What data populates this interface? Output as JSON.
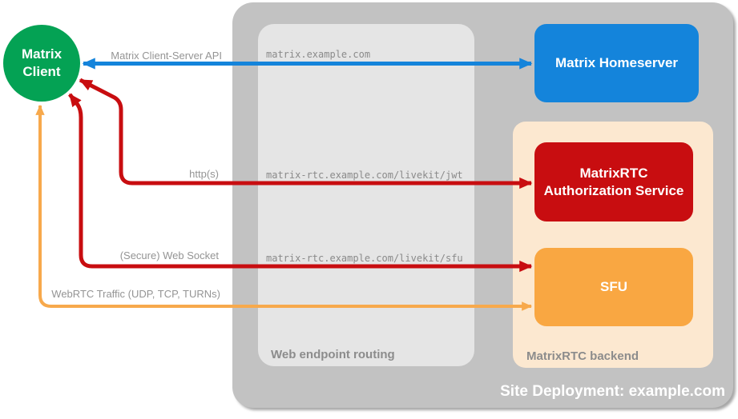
{
  "client": {
    "label": "Matrix Client",
    "color": "#04A254"
  },
  "containers": {
    "site": {
      "label": "Site Deployment: example.com",
      "color": "#C2C2C2",
      "label_color": "#FFFFFF"
    },
    "routing": {
      "label": "Web endpoint routing",
      "color": "#E5E5E5",
      "label_color": "#8C8C8C"
    },
    "backend": {
      "label": "MatrixRTC backend",
      "color": "#FCE8D0",
      "label_color": "#8C8C8C"
    }
  },
  "nodes": {
    "homeserver": {
      "label": "Matrix Homeserver",
      "color": "#1484DB"
    },
    "auth_service": {
      "label": "MatrixRTC Authorization Service",
      "color": "#C80D10"
    },
    "sfu": {
      "label": "SFU",
      "color": "#F9A742"
    }
  },
  "arrows": [
    {
      "label": "Matrix Client-Server API",
      "endpoint": "matrix.example.com",
      "color": "#1484DB",
      "from": "Matrix Client",
      "to": "Matrix Homeserver"
    },
    {
      "label": "http(s)",
      "endpoint": "matrix-rtc.example.com/livekit/jwt",
      "color": "#C80D10",
      "from": "Matrix Client",
      "to": "MatrixRTC Authorization Service"
    },
    {
      "label": "(Secure) Web Socket",
      "endpoint": "matrix-rtc.example.com/livekit/sfu",
      "color": "#C80D10",
      "from": "Matrix Client",
      "to": "SFU"
    },
    {
      "label": "WebRTC Traffic (UDP, TCP, TURNs)",
      "endpoint": "",
      "color": "#F7A94C",
      "from": "Matrix Client",
      "to": "SFU"
    }
  ],
  "label_colors": {
    "edge": "#949494",
    "endpoint": "#8A8A8A"
  }
}
